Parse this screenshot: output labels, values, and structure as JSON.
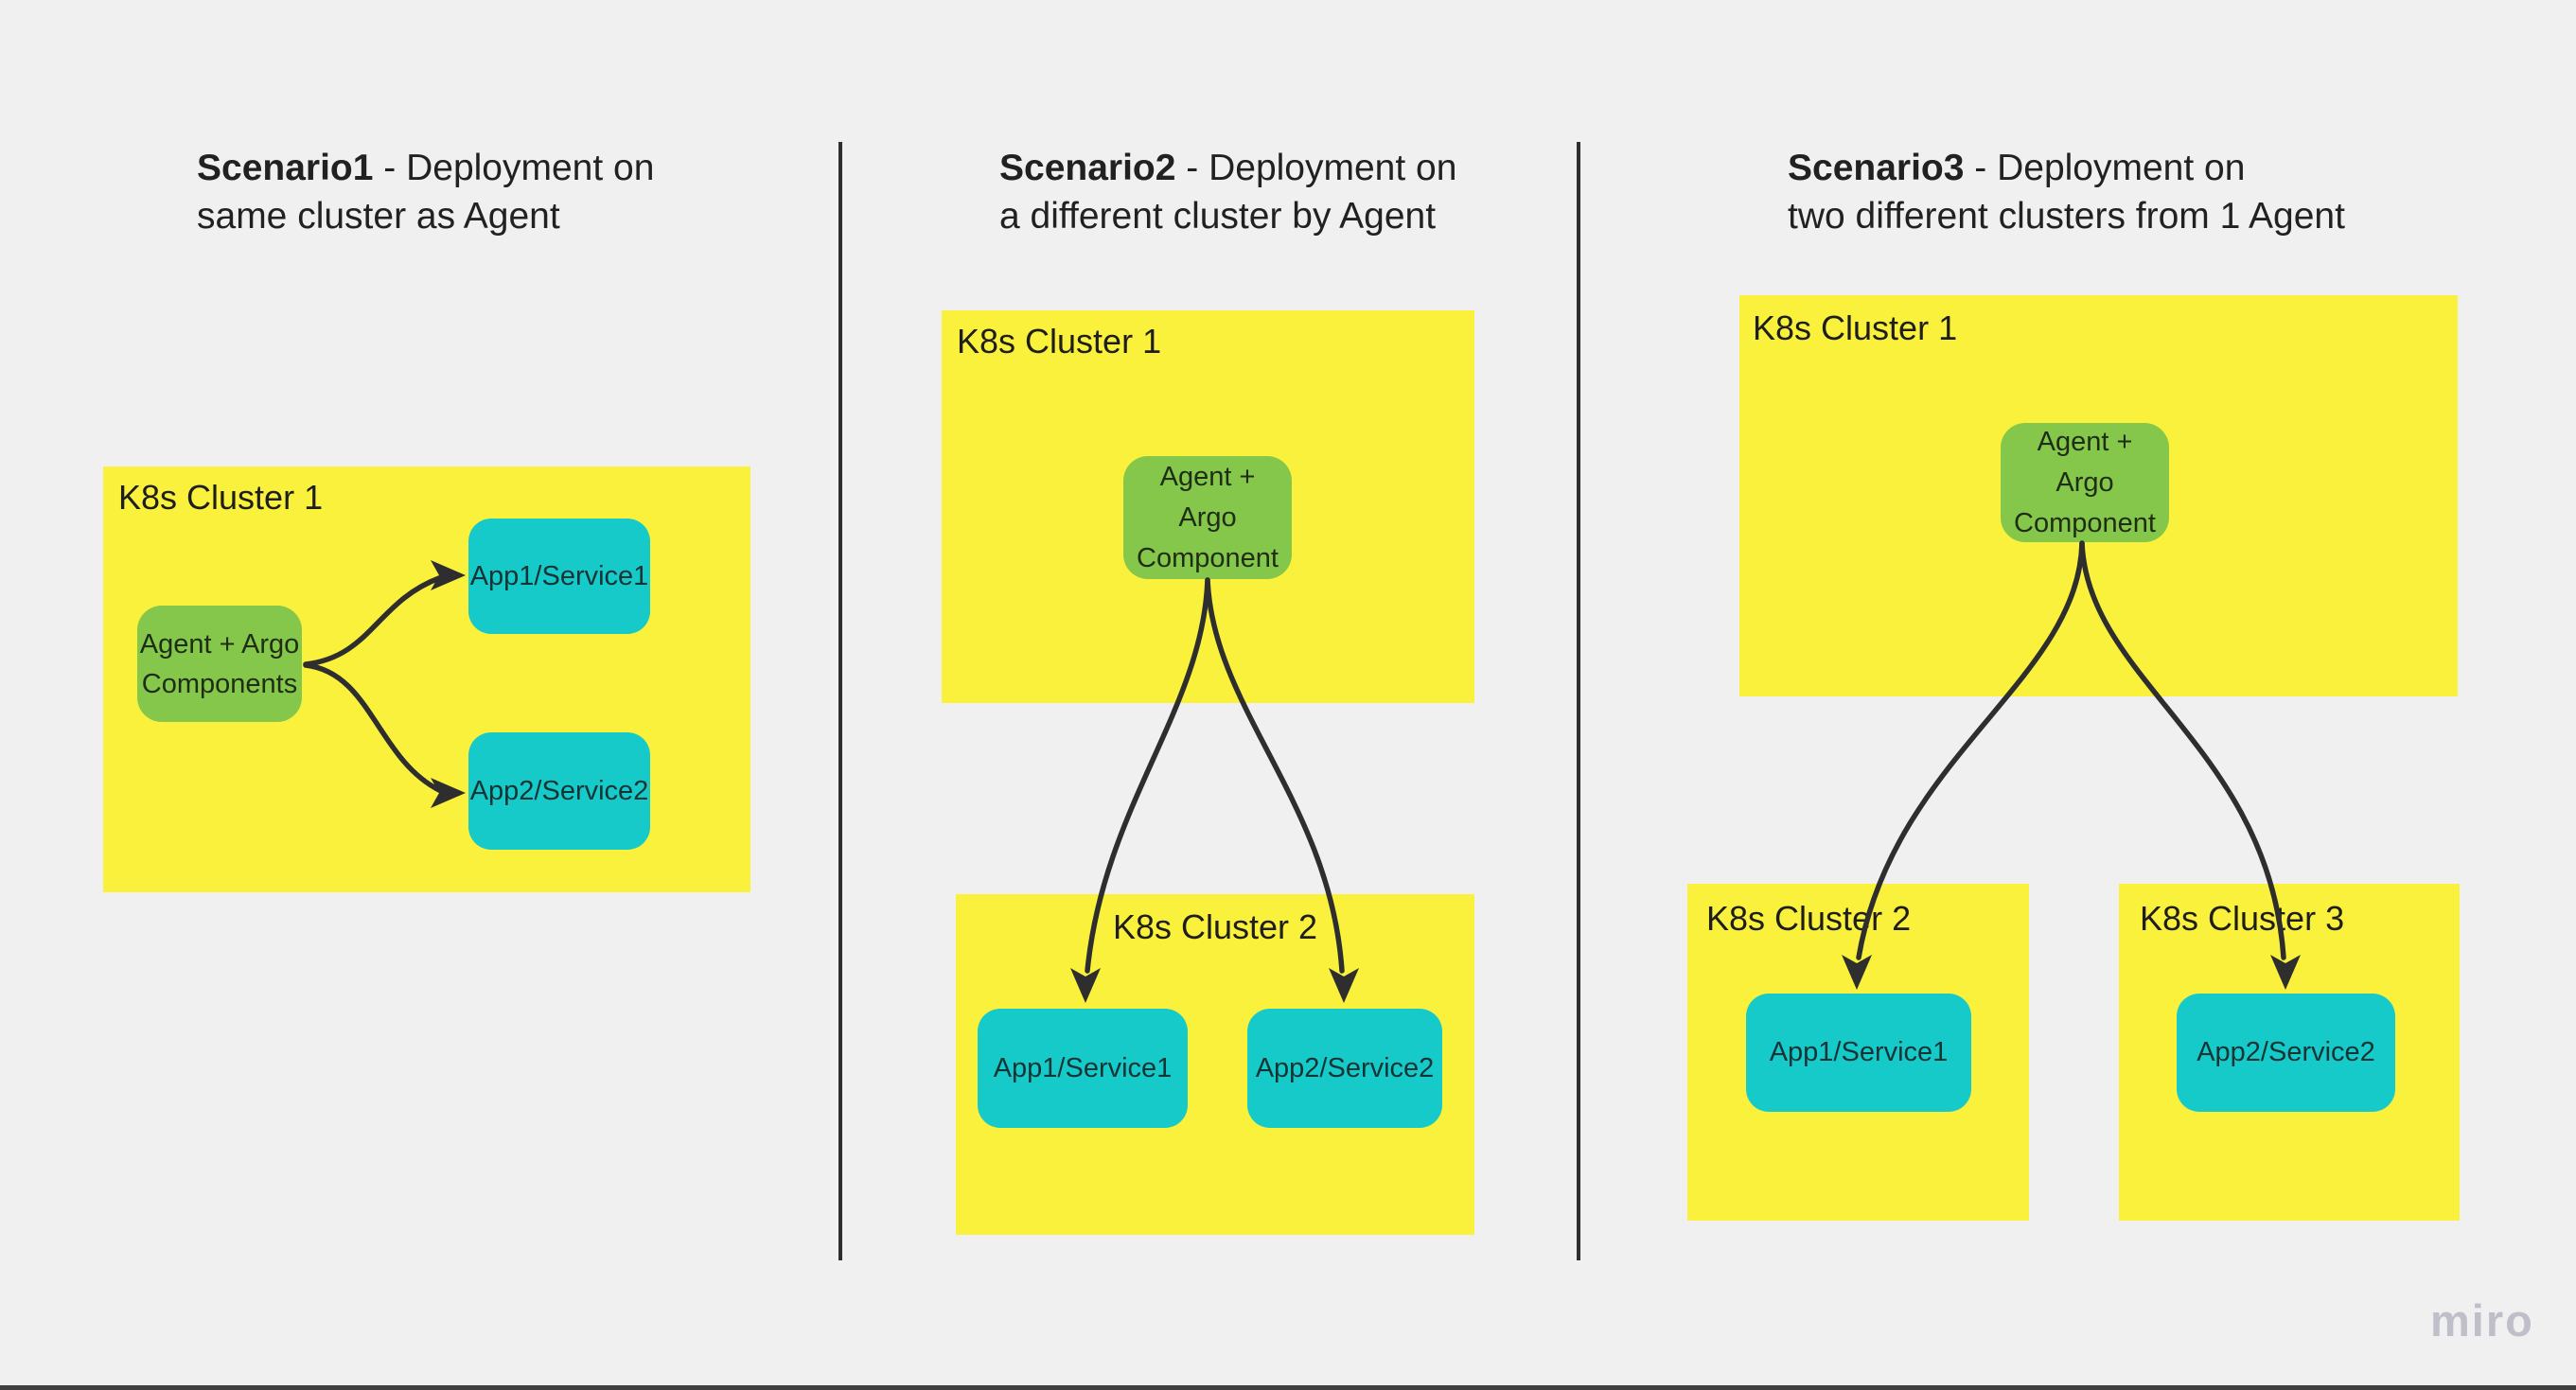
{
  "palette": {
    "background": "#f0f0f1",
    "cluster_fill": "#f9f13c",
    "agent_fill": "#85c74b",
    "app_fill": "#16caca",
    "line_color": "#2e2e2e",
    "watermark_color": "#bfbfca"
  },
  "watermark": "miro",
  "scenarios": [
    {
      "title": {
        "bold": "Scenario1",
        "line1_rest": " - Deployment on",
        "line2": "same cluster as Agent"
      },
      "cluster1_label": "K8s Cluster 1",
      "agent_lines": [
        "Agent + Argo",
        "Components"
      ],
      "app1_label": "App1/Service1",
      "app2_label": "App2/Service2"
    },
    {
      "title": {
        "bold": "Scenario2",
        "line1_rest": " - Deployment on",
        "line2": "a different cluster by Agent"
      },
      "cluster1_label": "K8s Cluster 1",
      "cluster2_label": "K8s Cluster 2",
      "agent_lines": [
        "Agent +",
        "Argo",
        "Component"
      ],
      "app1_label": "App1/Service1",
      "app2_label": "App2/Service2"
    },
    {
      "title": {
        "bold": "Scenario3",
        "line1_rest": " - Deployment on",
        "line2": "two different clusters from 1 Agent"
      },
      "cluster1_label": "K8s Cluster 1",
      "cluster2_label": "K8s Cluster 2",
      "cluster3_label": "K8s Cluster 3",
      "agent_lines": [
        "Agent +",
        "Argo",
        "Component"
      ],
      "app1_label": "App1/Service1",
      "app2_label": "App2/Service2"
    }
  ]
}
